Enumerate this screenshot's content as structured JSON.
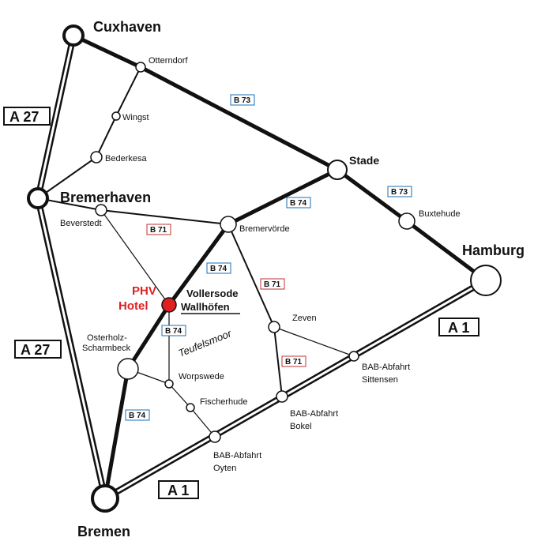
{
  "map": {
    "cities": {
      "cuxhaven": "Cuxhaven",
      "bremerhaven": "Bremerhaven",
      "bremen": "Bremen",
      "hamburg": "Hamburg",
      "stade": "Stade",
      "otterndorf": "Otterndorf",
      "wingst": "Wingst",
      "bederkesa": "Bederkesa",
      "beverstedt": "Beverstedt",
      "bremervoerde": "Bremervörde",
      "buxtehude": "Buxtehude",
      "zeven": "Zeven",
      "osterholz_line1": "Osterholz-",
      "osterholz_line2": "Scharmbeck",
      "worpswede": "Worpswede",
      "fischerhude": "Fischerhude",
      "sittensen_line1": "BAB-Abfahrt",
      "sittensen_line2": "Sittensen",
      "bokel_line1": "BAB-Abfahrt",
      "bokel_line2": "Bokel",
      "oyten_line1": "BAB-Abfahrt",
      "oyten_line2": "Oyten"
    },
    "hotel": {
      "line1": "PHV",
      "line2": "Hotel",
      "place_line1": "Vollersode",
      "place_line2": "Wallhöfen"
    },
    "region": "Teufelsmoor",
    "roads": {
      "b73": "B 73",
      "b74": "B 74",
      "b71": "B 71",
      "a27": "A 27",
      "a1": "A 1"
    },
    "colors": {
      "hotel": "#e02020",
      "road_b73_label": "#1a6fb5",
      "road_b71_label": "#c03030",
      "road_b74_label": "#1a6fb5"
    }
  }
}
